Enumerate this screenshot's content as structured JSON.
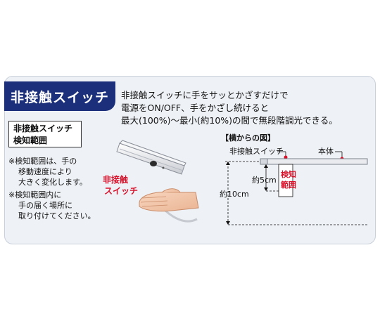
{
  "title": "非接触スイッチ",
  "description": [
    "非接触スイッチに手をサッとかざすだけで",
    "電源をON/OFF、手をかざし続けると",
    "最大(100%)〜最小(約10%)の間で無段階調光できる。"
  ],
  "range_box": [
    "非接触スイッチ",
    "検知範囲"
  ],
  "notes": [
    [
      "※検知範囲は、手の",
      "移動速度により",
      "大きく変化します。"
    ],
    [
      "※検知範囲内に",
      "手の届く場所に",
      "取り付けてください。"
    ]
  ],
  "illustration": {
    "label_line1": "非接触",
    "label_line2": "スイッチ"
  },
  "diagram": {
    "title": "【横からの図】",
    "switch_label": "非接触スイッチ",
    "body_label": "本体",
    "detect_label_line1": "検知",
    "detect_label_line2": "範囲",
    "dim_5cm": "約5cm",
    "dim_10cm": "約10cm"
  },
  "colors": {
    "title_bg": "#1b2f7a",
    "accent_red": "#d8112a",
    "panel_bg": "#eef1f5"
  }
}
